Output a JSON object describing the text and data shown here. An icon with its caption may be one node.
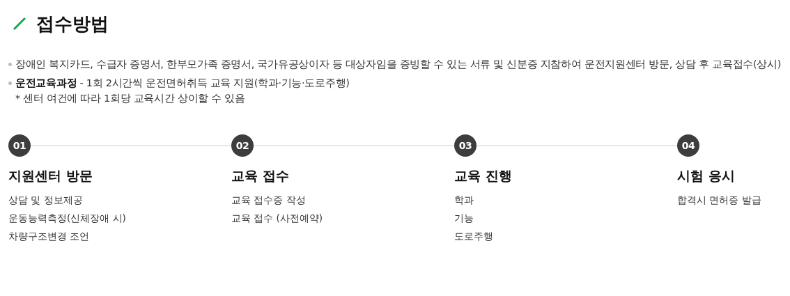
{
  "diagram": {
    "title": "접수방법",
    "nodes": [
      {
        "text": [
          "01"
        ],
        "beside": [
          "지원센터 방문",
          "상담 및 정보제공",
          "운동능력측정(신체장애 시)",
          "차량구조변경 조언"
        ]
      },
      {
        "text": [
          "02"
        ],
        "beside": [
          "교육 접수",
          "교육 접수증 작성",
          "교육 접수 (사전예약)"
        ]
      },
      {
        "text": [
          "03"
        ],
        "beside": [
          "교육 진행",
          "학과",
          "기능",
          "도로주행"
        ]
      },
      {
        "text": [
          "04"
        ],
        "beside": [
          "시험 응시",
          "합격시 면허증 발급"
        ]
      }
    ],
    "edges": [
      {
        "from": 0,
        "to": 1,
        "arrow": "none"
      },
      {
        "from": 1,
        "to": 2,
        "arrow": "none"
      },
      {
        "from": 2,
        "to": 3,
        "arrow": "none"
      }
    ],
    "labels": [
      "장애인 복지카드, 수급자 증명서, 한부모가족 증명서, 국가유공상이자 등 대상자임을 증빙할 수 있는 서류 및 신분증 지참하여 운전지원센터 방문, 상담 후 교육접수(상시)",
      "**운전교육과정** - 1회 2시간씩 운전면허취득 교육 지원(학과·기능·도로주행)",
      "* 센터 여건에 따라 1회당 교육시간 상이할 수 있음"
    ]
  }
}
